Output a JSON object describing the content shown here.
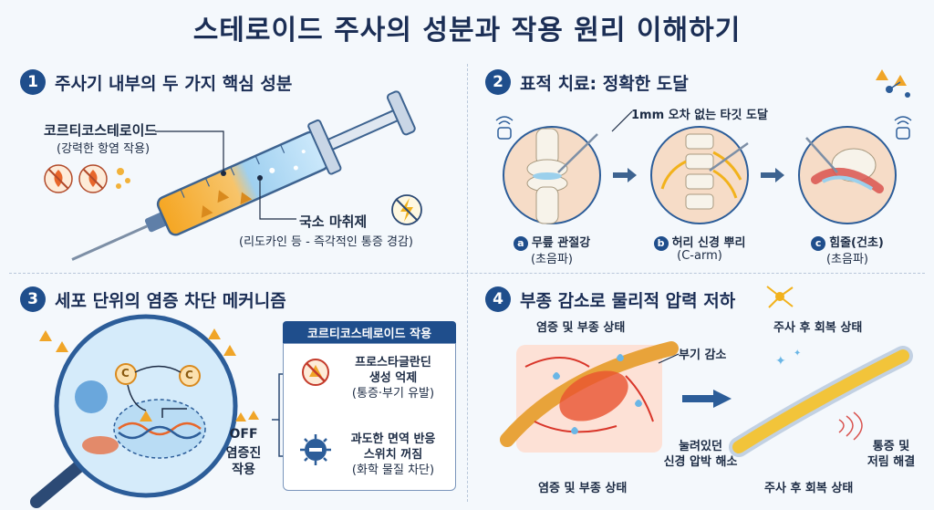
{
  "title": "스테로이드 주사의 성분과 작용 원리 이해하기",
  "section1": {
    "number": "1",
    "title": "주사기 내부의 두 가지 핵심 성분",
    "corticosteroid_label": "코르티코스테로이드",
    "corticosteroid_sub": "(강력한 항염 작용)",
    "anesthetic_label": "국소 마취제",
    "anesthetic_sub": "(리도카인 등 - 즉각적인 통증 경감)"
  },
  "section2": {
    "number": "2",
    "title": "표적 치료: 정확한 도달",
    "callout": "1mm 오차 없는 타깃 도달",
    "targets": [
      {
        "badge": "a",
        "label": "무릎 관절강",
        "sub": "(초음파)"
      },
      {
        "badge": "b",
        "label": "허리 신경 뿌리",
        "sub": "(C-arm)"
      },
      {
        "badge": "c",
        "label": "힘줄(건초)",
        "sub": "(초음파)"
      }
    ]
  },
  "section3": {
    "number": "3",
    "title": "세포 단위의 염증 차단 메커니즘",
    "box_title": "코르티코스테로이드 작용",
    "effect1_line1": "프로스타글란딘",
    "effect1_line2": "생성 억제",
    "effect1_line3": "(통증·부기 유발)",
    "effect2_line1": "과도한 면역 반응",
    "effect2_line2": "스위치 꺼짐",
    "effect2_line3": "(화학 물질 차단)",
    "off_line1": "OFF",
    "off_line2": "염증진",
    "off_line3": "작용",
    "receptor_letter": "C"
  },
  "section4": {
    "number": "4",
    "title": "부종 감소로 물리적 압력 저하",
    "before_top": "염증 및 부종 상태",
    "after_top": "주사 후 회복 상태",
    "swelling_reduced": "부기 감소",
    "pressure_line1": "눌려있던",
    "pressure_line2": "신경 압박 해소",
    "pain_line1": "통증 및",
    "pain_line2": "저림 해결",
    "before_bottom": "염증 및 부종 상태",
    "after_bottom": "주사 후 회복 상태"
  }
}
